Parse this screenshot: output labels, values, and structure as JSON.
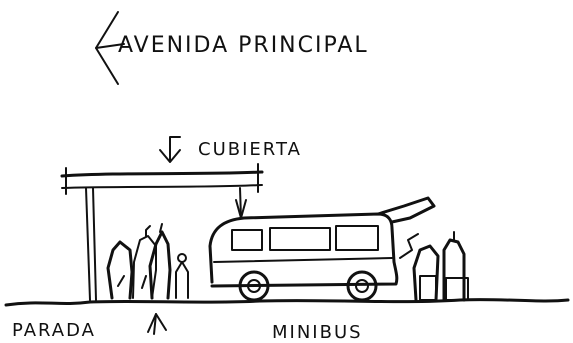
{
  "labels": {
    "avenue": "AVENIDA PRINCIPAL",
    "roof": "CUBIERTA",
    "stop": "PARADA",
    "vehicle": "MINIBUS"
  },
  "colors": {
    "ink": "#111111",
    "paper": "#ffffff"
  }
}
